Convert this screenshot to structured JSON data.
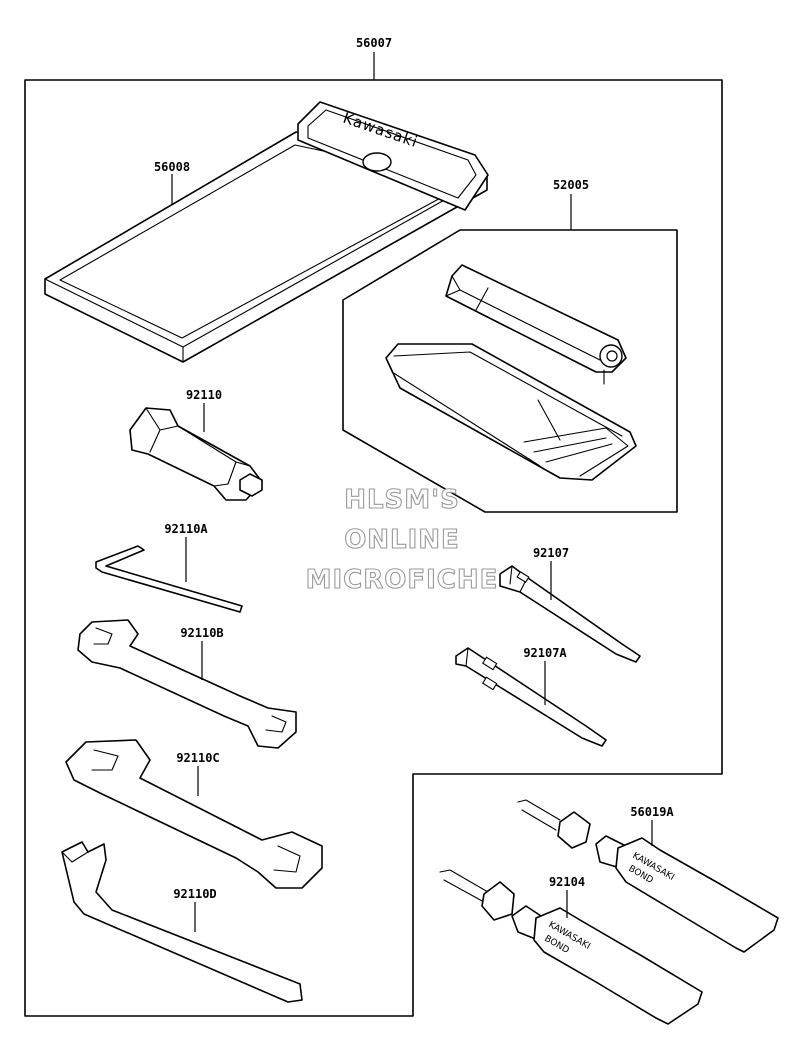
{
  "parts": {
    "kit": "56007",
    "case": "56008",
    "pump_set": "52005",
    "plug_wrench": "92110",
    "hex_wrench": "92110A",
    "wrench_b": "92110B",
    "wrench_c": "92110C",
    "wrench_d": "92110D",
    "driver_1": "92107",
    "driver_2": "92107A",
    "bond_1": "56019A",
    "bond_2": "92104"
  },
  "case_logo": "Kawasaki",
  "tube_labels": {
    "brand": "KAWASAKI",
    "product": "BOND"
  },
  "watermark": {
    "line1": "HLSM'S",
    "line2": "ONLINE",
    "line3": "MICROFICHE"
  }
}
